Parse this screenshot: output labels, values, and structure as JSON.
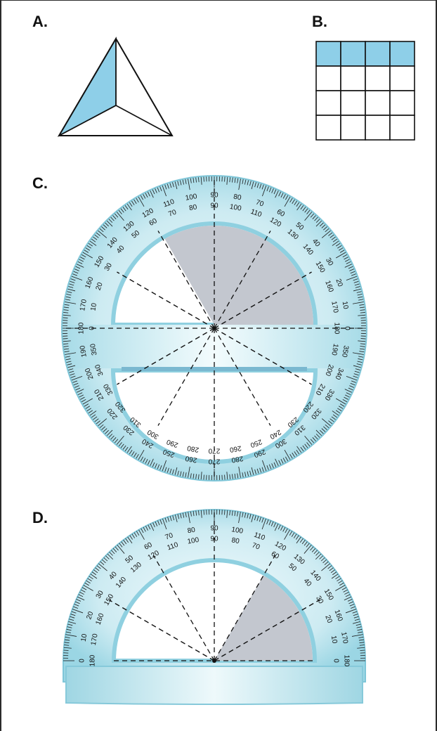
{
  "labels": {
    "a": "A.",
    "b": "B.",
    "c": "C.",
    "d": "D."
  },
  "colors": {
    "fill_blue": "#8ecfe8",
    "shade_gray": "#c3c7cf",
    "protractor_teal": "#a7dde8",
    "protractor_light": "#eaf8fb",
    "protractor_edge": "#7fc6d8",
    "ink": "#111111"
  },
  "figure_a": {
    "type": "triangle",
    "parts": 3,
    "shaded_parts": 1
  },
  "figure_b": {
    "type": "grid",
    "rows": 4,
    "cols": 4,
    "shaded_row": 1
  },
  "figure_c": {
    "type": "full-circle protractor",
    "outer_scale": [
      "90",
      "80",
      "70",
      "60",
      "50",
      "40",
      "30",
      "20",
      "10",
      "0",
      "350",
      "340",
      "330",
      "320",
      "310",
      "300",
      "290",
      "280",
      "270",
      "260",
      "250",
      "240",
      "230",
      "220",
      "210",
      "200",
      "190",
      "180",
      "170",
      "160",
      "150",
      "140",
      "130",
      "120",
      "110",
      "100"
    ],
    "inner_scale": [
      "90",
      "100",
      "110",
      "120",
      "130",
      "140",
      "150",
      "160",
      "170",
      "180",
      "190",
      "200",
      "210",
      "220",
      "230",
      "240",
      "250",
      "260",
      "270",
      "280",
      "290",
      "300",
      "310",
      "320",
      "330",
      "340",
      "350",
      "0",
      "10",
      "20",
      "30",
      "40",
      "50",
      "60",
      "70",
      "80"
    ],
    "dashed_rays_deg": [
      0,
      30,
      60,
      90,
      120,
      150,
      180,
      210,
      240,
      270,
      300,
      330
    ],
    "shaded_sector_deg": [
      0,
      120
    ]
  },
  "figure_d": {
    "type": "semicircle protractor",
    "outer_scale": [
      "0",
      "10",
      "20",
      "30",
      "40",
      "50",
      "60",
      "70",
      "80",
      "90",
      "100",
      "110",
      "120",
      "130",
      "140",
      "150",
      "160",
      "170",
      "180"
    ],
    "inner_scale": [
      "180",
      "170",
      "160",
      "150",
      "140",
      "130",
      "120",
      "110",
      "100",
      "90",
      "80",
      "70",
      "60",
      "50",
      "40",
      "30",
      "20",
      "10",
      "0"
    ],
    "dashed_rays_deg": [
      30,
      60,
      90,
      120,
      150
    ],
    "shaded_sector_deg": [
      0,
      60
    ]
  }
}
